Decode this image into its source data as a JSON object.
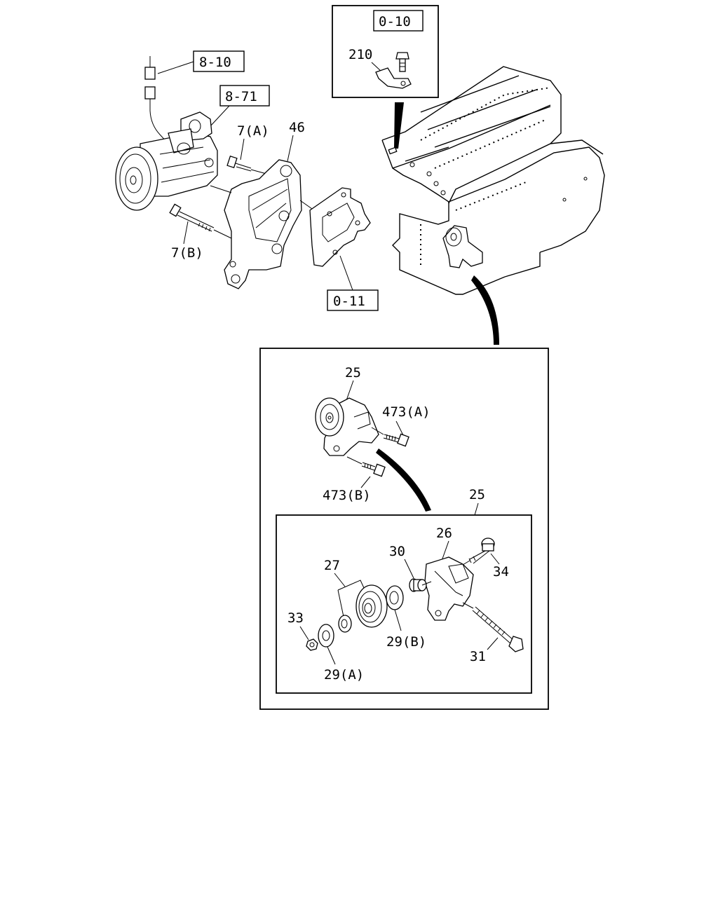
{
  "references": [
    {
      "id": "ref-0-10",
      "text": "0-10"
    },
    {
      "id": "ref-8-10",
      "text": "8-10"
    },
    {
      "id": "ref-8-71",
      "text": "8-71"
    },
    {
      "id": "ref-0-11",
      "text": "0-11"
    }
  ],
  "callouts": [
    {
      "id": "c210",
      "text": "210"
    },
    {
      "id": "c7a",
      "text": "7(A)"
    },
    {
      "id": "c46",
      "text": "46"
    },
    {
      "id": "c7b",
      "text": "7(B)"
    },
    {
      "id": "c25a",
      "text": "25"
    },
    {
      "id": "c473a",
      "text": "473(A)"
    },
    {
      "id": "c473b",
      "text": "473(B)"
    },
    {
      "id": "c25b",
      "text": "25"
    },
    {
      "id": "c26",
      "text": "26"
    },
    {
      "id": "c30",
      "text": "30"
    },
    {
      "id": "c27",
      "text": "27"
    },
    {
      "id": "c34",
      "text": "34"
    },
    {
      "id": "c33",
      "text": "33"
    },
    {
      "id": "c29b",
      "text": "29(B)"
    },
    {
      "id": "c31",
      "text": "31"
    },
    {
      "id": "c29a",
      "text": "29(A)"
    }
  ]
}
